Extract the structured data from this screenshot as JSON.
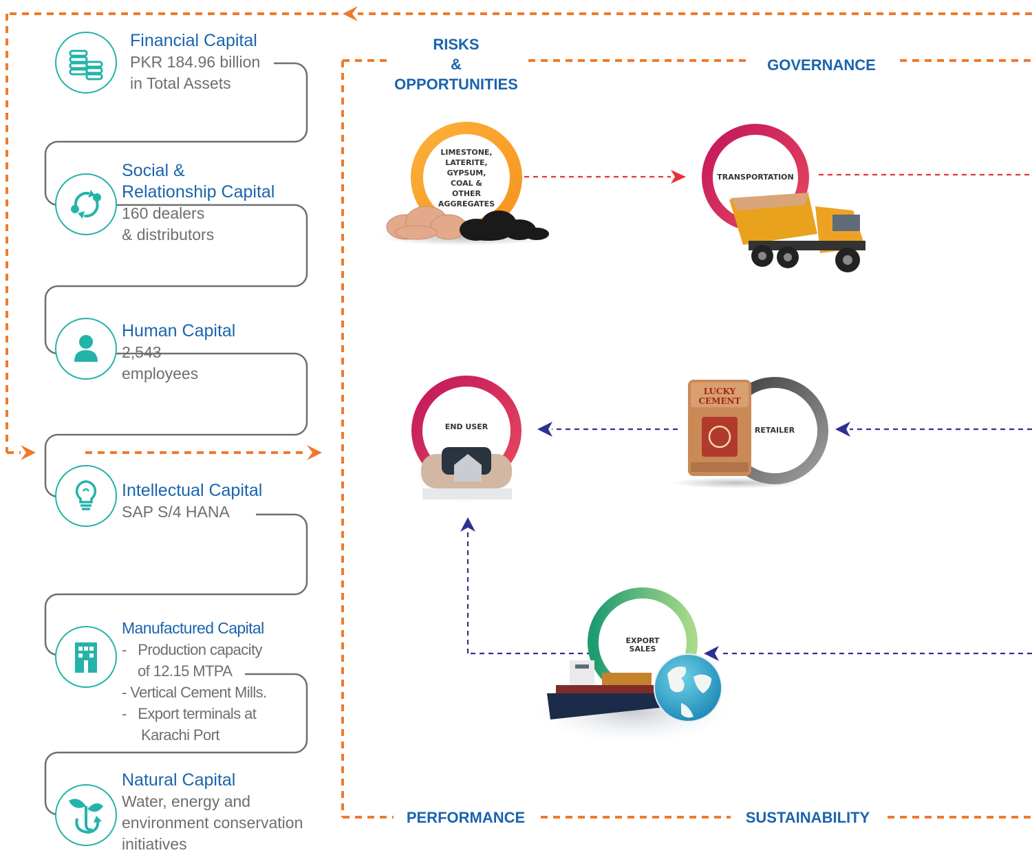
{
  "capitals": [
    {
      "title": "Financial Capital",
      "lines": [
        "PKR 184.96 billion",
        "in Total Assets"
      ],
      "icon": "coins-icon"
    },
    {
      "title_lines": [
        "Social &",
        "Relationship Capital"
      ],
      "lines": [
        "160 dealers",
        "& distributors"
      ],
      "icon": "cycle-arrows-icon"
    },
    {
      "title": "Human Capital",
      "lines": [
        "2,543",
        "employees"
      ],
      "icon": "person-icon"
    },
    {
      "title": "Intellectual Capital",
      "lines": [
        "SAP S/4 HANA"
      ],
      "icon": "lightbulb-icon"
    },
    {
      "title": "Manufactured Capital",
      "lines": [
        "-   Production capacity",
        "of 12.15 MTPA",
        "- Vertical Cement Mills.",
        "-   Export terminals at",
        "Karachi Port"
      ],
      "icon": "building-icon"
    },
    {
      "title": "Natural Capital",
      "lines": [
        "Water, energy and",
        "environment conservation",
        "initiatives"
      ],
      "icon": "plant-icon"
    }
  ],
  "frame_labels": {
    "risks": [
      "RISKS",
      "&",
      "OPPORTUNITIES"
    ],
    "governance": "GOVERNANCE",
    "performance": "PERFORMANCE",
    "sustainability": "SUSTAINABILITY"
  },
  "nodes": {
    "raw_materials": [
      "LIMESTONE,",
      "LATERITE,",
      "GYPSUM,",
      "COAL &",
      "OTHER",
      "AGGREGATES"
    ],
    "transportation": [
      "TRANSPORTATION"
    ],
    "retailer": [
      "RETAILER"
    ],
    "end_user": [
      "END USER"
    ],
    "export_sales": [
      "EXPORT",
      "SALES"
    ],
    "bag_brand": [
      "LUCKY",
      "CEMENT"
    ]
  },
  "colors": {
    "teal": "#24b3a8",
    "blue": "#1a64ad",
    "orange": "#ee7a2d",
    "red_arrow": "#e83238",
    "navy_arrow": "#2e3192",
    "gray_text": "#6d6e71",
    "amber": "#f5a623",
    "crimson": "#c41e4a",
    "dark_gray": "#4d4d4d",
    "green": "#3fae74"
  }
}
